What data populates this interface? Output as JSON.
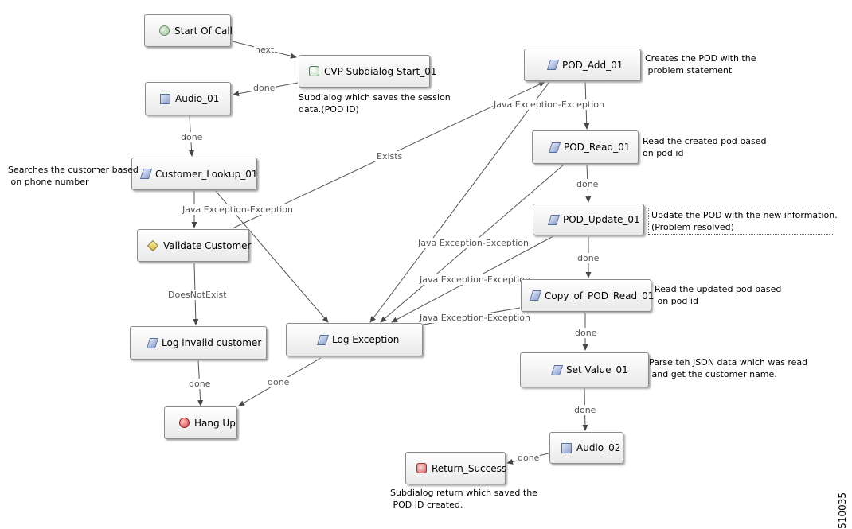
{
  "nodes": {
    "start_of_call": {
      "label": "Start Of Call",
      "icon": "green-circle-icon"
    },
    "cvp_subdialog_start": {
      "label": "CVP Subdialog Start_01",
      "icon": "subdialog-start-icon"
    },
    "audio_01": {
      "label": "Audio_01",
      "icon": "audio-icon"
    },
    "customer_lookup": {
      "label": "Customer_Lookup_01",
      "icon": "rest-client-icon"
    },
    "validate_customer": {
      "label": "Validate Customer",
      "icon": "decision-diamond-icon"
    },
    "log_invalid_customer": {
      "label": "Log invalid customer",
      "icon": "action-icon"
    },
    "log_exception": {
      "label": "Log Exception",
      "icon": "action-icon"
    },
    "hang_up": {
      "label": "Hang Up",
      "icon": "stop-icon"
    },
    "pod_add": {
      "label": "POD_Add_01",
      "icon": "rest-client-icon"
    },
    "pod_read": {
      "label": "POD_Read_01",
      "icon": "rest-client-icon"
    },
    "pod_update": {
      "label": "POD_Update_01",
      "icon": "rest-client-icon"
    },
    "copy_pod_read": {
      "label": "Copy_of_POD_Read_01",
      "icon": "rest-client-icon"
    },
    "set_value": {
      "label": "Set Value_01",
      "icon": "action-icon"
    },
    "audio_02": {
      "label": "Audio_02",
      "icon": "audio-icon"
    },
    "return_success": {
      "label": "Return_Success",
      "icon": "subdialog-return-icon"
    }
  },
  "notes": {
    "cvp_subdialog_start": "Subdialog which saves the session\ndata.(POD ID)",
    "customer_lookup": "Searches the customer based\n on phone number",
    "pod_add": "Creates the POD with the\n problem statement",
    "pod_read": "Read the created pod based\non pod id",
    "pod_update": "Update the POD with the new information.\n(Problem resolved)",
    "copy_pod_read": "Read the updated pod based\n on pod id",
    "set_value": "Parse teh JSON data which was read\n and get the customer name.",
    "return_success": "Subdialog return which saved the\n POD ID created."
  },
  "edges": {
    "next": "next",
    "done_cvp_audio": "done",
    "done_audio_lookup": "done",
    "exc_lookup_validate": "Java Exception-Exception",
    "exists": "Exists",
    "does_not_exist": "DoesNotExist",
    "done_invalid_hangup": "done",
    "done_logexc_hangup": "done",
    "exc_pod_add": "Java Exception-Exception",
    "done_read_update": "done",
    "exc_pod_read": "Java Exception-Exception",
    "done_update_copy": "done",
    "exc_pod_update": "Java Exception-Exception",
    "done_copy_set": "done",
    "exc_copy_read": "Java Exception-Exception",
    "done_set_audio": "done",
    "done_audio_return": "done"
  },
  "figure_id": "510035"
}
